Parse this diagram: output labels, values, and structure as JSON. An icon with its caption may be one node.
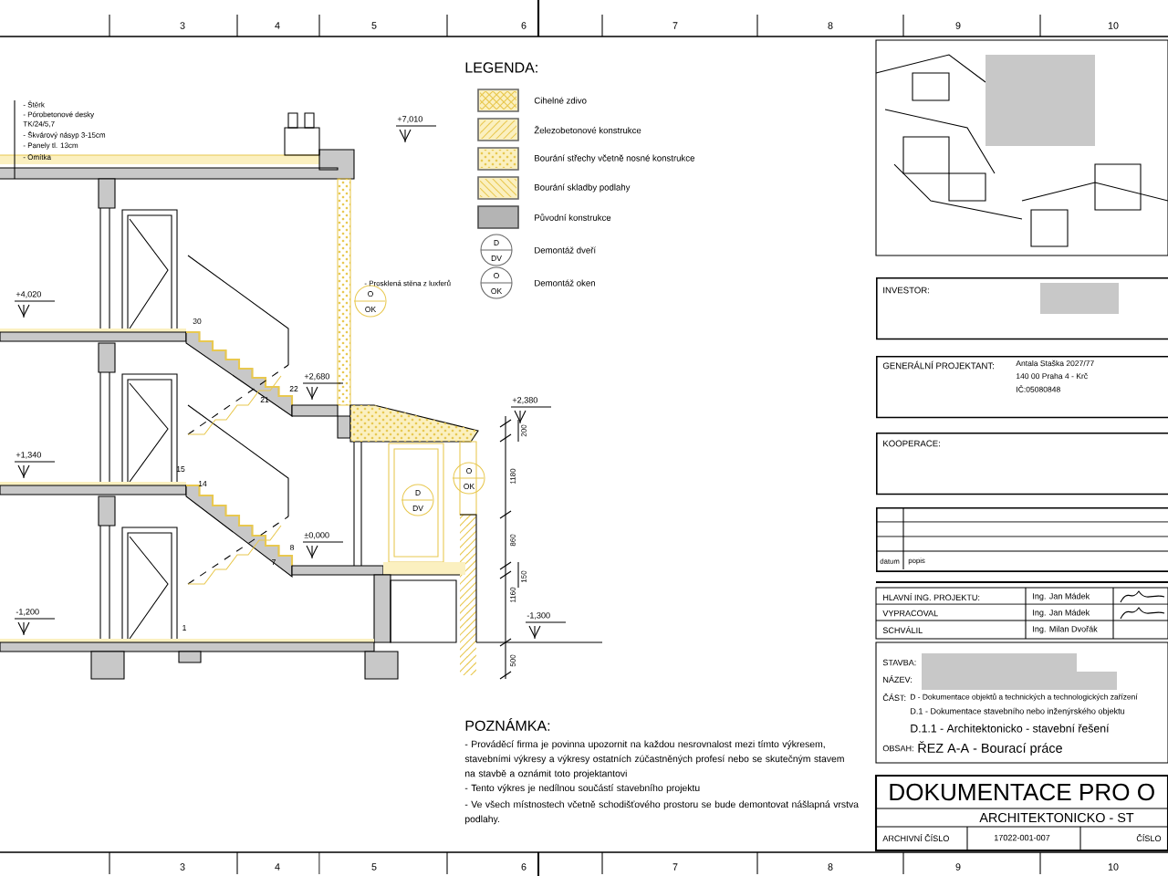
{
  "diagram": {
    "nodes": [
      {
        "text": [
          "INVESTOR:"
        ]
      },
      {
        "text": [
          "GENERÁLNÍ PROJEKTANT:",
          "Antala Staška 2027/77",
          "140 00 Praha 4 - Krč",
          "IČ:05080848"
        ]
      },
      {
        "text": [
          "KOOPERACE:"
        ]
      },
      {
        "text": [
          "datum",
          "popis"
        ]
      }
    ],
    "labels": [
      "- Štěrk",
      "- Pórobetonové desky",
      "TK/24/5,7",
      "- Škvárový násyp 3-15cm",
      "- Panely tl. 13cm",
      "- Omítka",
      "+7,010",
      "- Prosklená stěna z luxferů",
      "O",
      "OK",
      "+4,020",
      "30",
      "22",
      "+2,680",
      "21",
      "+2,380",
      "200",
      "1180",
      "O",
      "OK",
      "D",
      "DV",
      "15",
      "+1,340",
      "14",
      "860",
      "8",
      "±0,000",
      "7",
      "150",
      "1160",
      "1",
      "-1,200",
      "-1,300",
      "500",
      "LEGENDA:",
      "D",
      "DV",
      "O",
      "OK",
      "POZNÁMKA:",
      "- Prováděcí firma je povinna upozornit na každou nesrovnalost mezi tímto výkresem, stavebními výkresy a výkresy ostatních zúčastněných profesí nebo se skutečným stavem na stavbě a oznámit toto projektantovi",
      "- Tento výkres je nedílnou součástí stavebního projektu",
      "- Ve všech místnostech včetně schodišťového prostoru se bude demontovat nášlapná vrstva podlahy.",
      "3",
      "4",
      "5",
      "6",
      "7",
      "8",
      "9",
      "10",
      "3",
      "4",
      "5",
      "6",
      "7",
      "8",
      "9",
      "10",
      "HLAVNÍ ING. PROJEKTU:",
      "Ing. Jan Mádek",
      "VYPRACOVAL",
      "Ing. Jan Mádek",
      "SCHVÁLIL",
      "Ing. Milan Dvořák",
      "STAVBA:",
      "NÁZEV:",
      "ČÁST:",
      "D - Dokumentace objektů a technických a technologických zařízení",
      "D.1 - Dokumentace stavebního nebo inženýrského objektu",
      "D.1.1 - Architektonicko - stavební řešení",
      "OBSAH:",
      "ŘEZ A-A - Bourací práce",
      "DOKUMENTACE PRO O",
      "ARCHITEKTONICKO - ST",
      "ARCHIVNÍ ČÍSLO",
      "17022-001-007",
      "ČÍSLO"
    ],
    "legend": [
      {
        "text": "Cihelné zdivo"
      },
      {
        "text": "Železobetonové konstrukce"
      },
      {
        "text": "Bourání střechy včetně nosné konstrukce"
      },
      {
        "text": "Bourání skladby podlahy"
      },
      {
        "text": "Původní konstrukce",
        "color": "#b4b4b4"
      },
      {
        "text": "Demontáž dveří"
      },
      {
        "text": "Demontáž oken"
      }
    ]
  }
}
